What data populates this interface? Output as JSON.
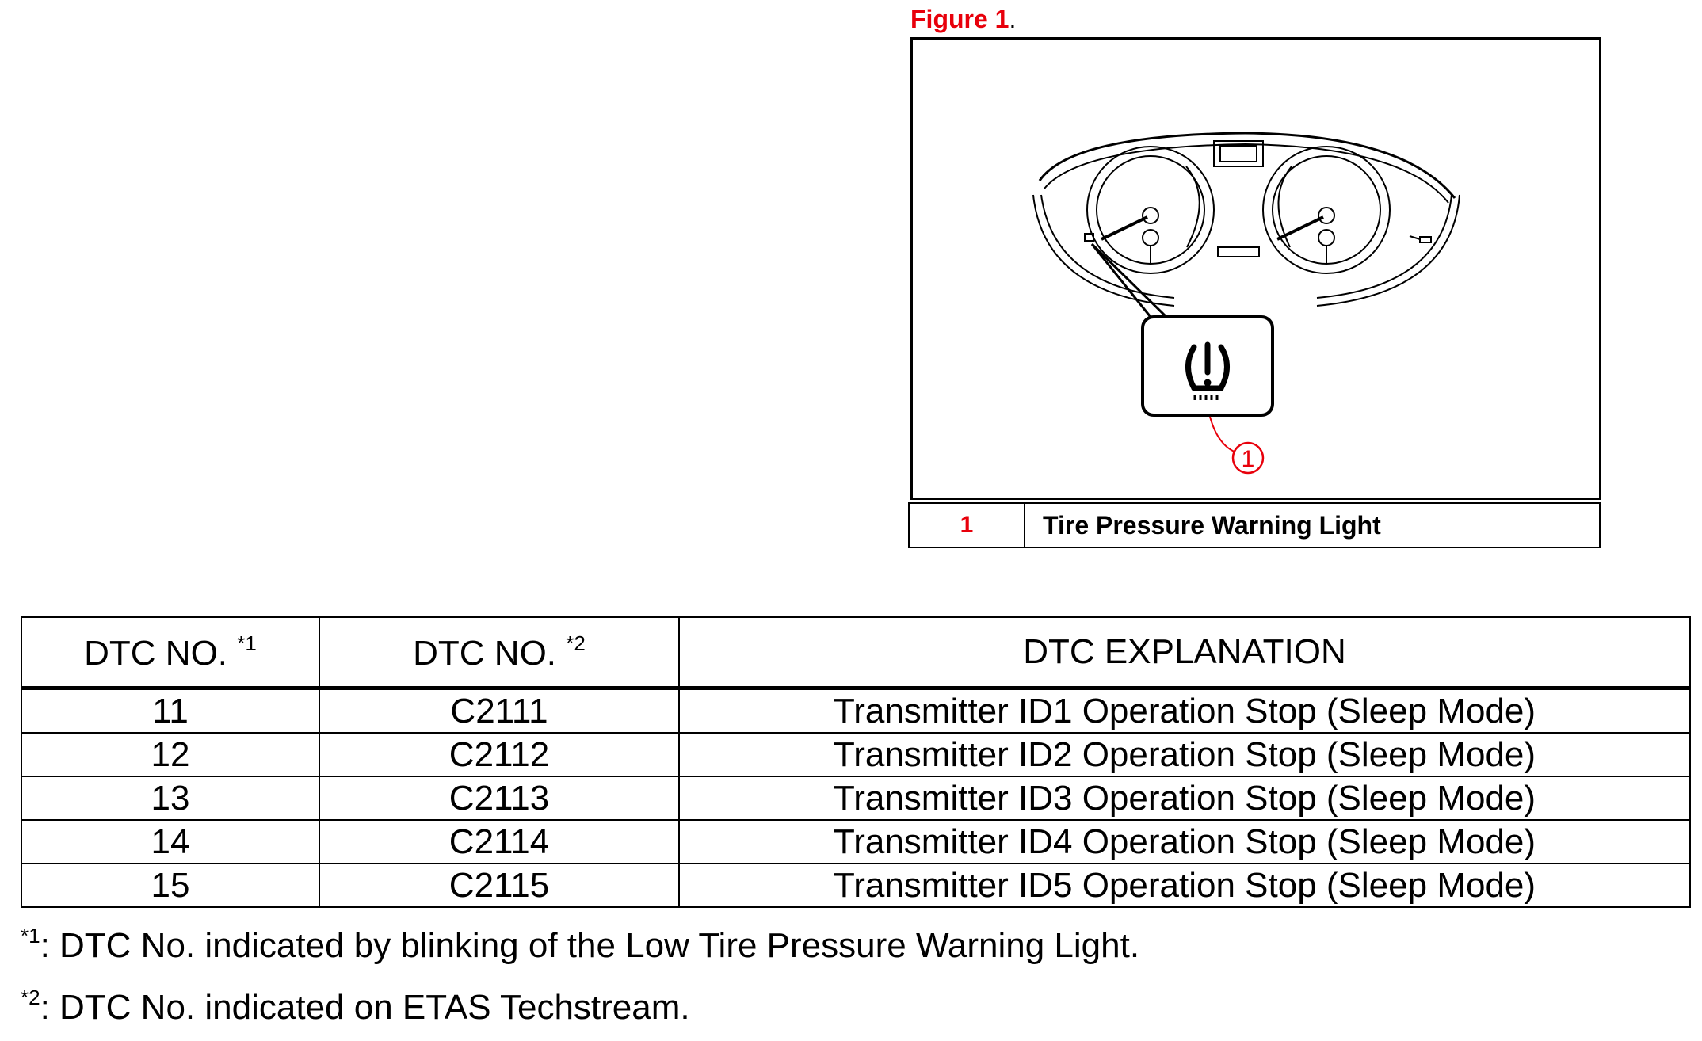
{
  "figure": {
    "title": "Figure 1",
    "title_suffix": ".",
    "callout_number": "1",
    "icon": "tire-pressure-warning-icon",
    "legend": [
      {
        "number": "1",
        "label": "Tire Pressure Warning Light"
      }
    ]
  },
  "table": {
    "headers": [
      {
        "text": "DTC NO.",
        "sup": "*1"
      },
      {
        "text": "DTC NO.",
        "sup": "*2"
      },
      {
        "text": "DTC EXPLANATION",
        "sup": ""
      }
    ],
    "rows": [
      [
        "11",
        "C2111",
        "Transmitter ID1 Operation Stop (Sleep Mode)"
      ],
      [
        "12",
        "C2112",
        "Transmitter ID2 Operation Stop (Sleep Mode)"
      ],
      [
        "13",
        "C2113",
        "Transmitter ID3 Operation Stop (Sleep Mode)"
      ],
      [
        "14",
        "C2114",
        "Transmitter ID4 Operation Stop (Sleep Mode)"
      ],
      [
        "15",
        "C2115",
        "Transmitter ID5 Operation Stop (Sleep Mode)"
      ]
    ]
  },
  "notes": [
    {
      "marker": "*1",
      "text": ": DTC No. indicated by blinking of the Low Tire Pressure Warning Light."
    },
    {
      "marker": "*2",
      "text": ": DTC No. indicated on ETAS Techstream."
    }
  ],
  "colors": {
    "accent_red": "#e8000b",
    "line": "#000000"
  }
}
